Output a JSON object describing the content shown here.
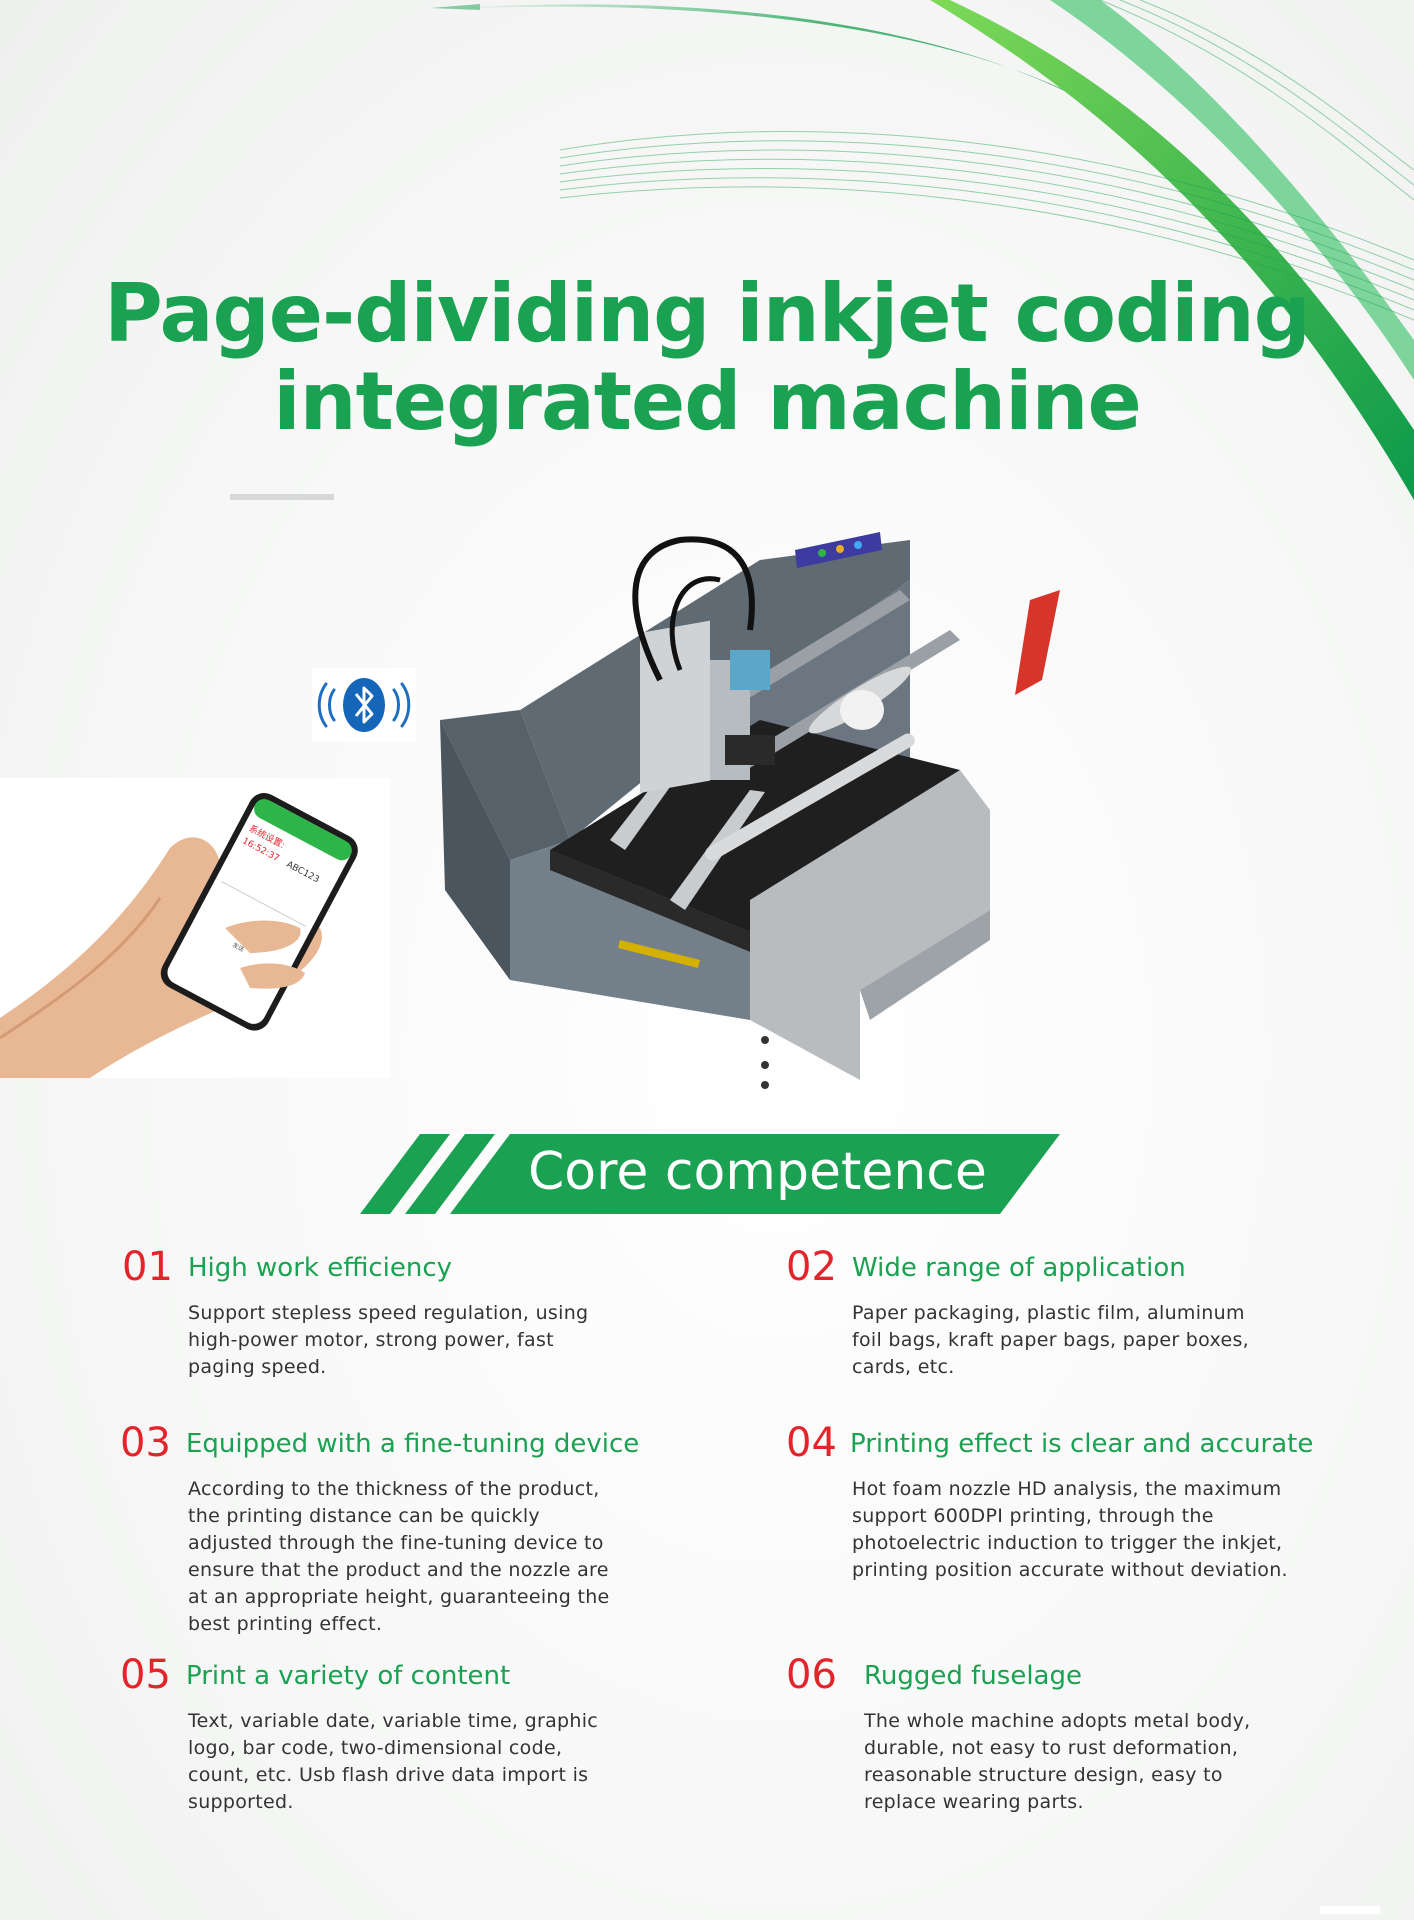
{
  "title": {
    "line1": "Page-dividing inkjet coding",
    "line2": "integrated machine"
  },
  "phone_screen": {
    "status": "系统设置:",
    "time": "16:52:37",
    "code": "ABC123",
    "button": "发送"
  },
  "banner": {
    "label": "Core competence"
  },
  "features": [
    {
      "num": "01",
      "title": "High work efficiency",
      "lines": [
        "Support stepless speed regulation, using",
        "high-power motor, strong power, fast",
        "paging speed."
      ]
    },
    {
      "num": "02",
      "title": "Wide range of application",
      "lines": [
        "Paper packaging, plastic film, aluminum",
        "foil bags, kraft paper bags, paper boxes,",
        "cards, etc."
      ]
    },
    {
      "num": "03",
      "title": "Equipped with a fine-tuning device",
      "lines": [
        "According to the thickness of the product,",
        "the printing distance can be quickly",
        "adjusted through the fine-tuning device to",
        "ensure that the product and the nozzle are",
        "at an appropriate height, guaranteeing the",
        "best printing effect."
      ]
    },
    {
      "num": "04",
      "title": "Printing effect is clear and accurate",
      "lines": [
        "Hot foam nozzle HD analysis, the maximum",
        "support 600DPI printing, through the",
        "photoelectric induction to trigger the inkjet,",
        "printing position accurate without deviation."
      ]
    },
    {
      "num": "05",
      "title": "Print a variety of content",
      "lines": [
        "Text, variable date, variable time, graphic",
        "logo, bar code, two-dimensional code,",
        "count, etc. Usb flash drive data import is",
        "supported."
      ]
    },
    {
      "num": "06",
      "title": "Rugged fuselage",
      "lines": [
        "The whole machine adopts metal body,",
        "durable, not easy to rust deformation,",
        "reasonable structure design, easy to",
        "replace wearing parts."
      ]
    }
  ],
  "colors": {
    "brand_green": "#1aa252",
    "number_red": "#e2242b",
    "body_text": "#333333"
  },
  "icons": [
    "bluetooth-icon",
    "phone-icon",
    "machine-illustration"
  ]
}
